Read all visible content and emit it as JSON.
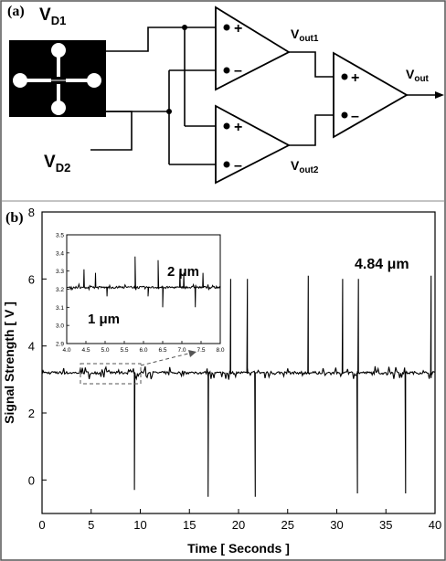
{
  "panel_a": {
    "label": "(a)",
    "inputs": [
      {
        "main": "V",
        "sub": "D1"
      },
      {
        "main": "V",
        "sub": "D2"
      }
    ],
    "op_amps": [
      {
        "id": "amp1",
        "plus": "+",
        "minus": "–",
        "output_main": "V",
        "output_sub": "out1"
      },
      {
        "id": "amp2",
        "plus": "+",
        "minus": "–",
        "output_main": "V",
        "output_sub": "out2"
      },
      {
        "id": "amp3",
        "plus": "+",
        "minus": "–",
        "output_main": "V",
        "output_sub": "out"
      }
    ]
  },
  "chart_data": {
    "type": "line",
    "panel_label": "(b)",
    "xlabel": "Time [ Seconds ]",
    "ylabel": "Signal Strength [ V ]",
    "xlim": [
      0,
      40
    ],
    "ylim": [
      -1,
      8
    ],
    "xticks": [
      "0",
      "5",
      "10",
      "15",
      "20",
      "25",
      "30",
      "35",
      "40"
    ],
    "yticks": [
      "0",
      "2",
      "4",
      "6",
      "8"
    ],
    "baseline": 3.2,
    "annotation": "4.84 μm",
    "peaks": [
      {
        "x": 9.4,
        "y": -0.3
      },
      {
        "x": 16.9,
        "y": -0.5
      },
      {
        "x": 19.2,
        "y": 6.0
      },
      {
        "x": 20.9,
        "y": 6.0
      },
      {
        "x": 21.7,
        "y": -0.5
      },
      {
        "x": 27.1,
        "y": 6.1
      },
      {
        "x": 30.6,
        "y": 6.0
      },
      {
        "x": 32.1,
        "y": -0.4
      },
      {
        "x": 32.2,
        "y": 6.0
      },
      {
        "x": 37.0,
        "y": -0.4
      },
      {
        "x": 39.6,
        "y": 6.1
      }
    ],
    "inset": {
      "xlim": [
        4.0,
        8.0
      ],
      "ylim": [
        2.9,
        3.5
      ],
      "xticks": [
        "4.0",
        "4.5",
        "5.0",
        "5.5",
        "6.0",
        "6.5",
        "7.0",
        "7.5",
        "8.0"
      ],
      "yticks": [
        "2.9",
        "3.0",
        "3.1",
        "3.2",
        "3.3",
        "3.4",
        "3.5"
      ],
      "baseline": 3.21,
      "labels": [
        "1 μm",
        "2 μm"
      ],
      "peaks": [
        {
          "x": 4.45,
          "y": 3.31
        },
        {
          "x": 4.75,
          "y": 3.29
        },
        {
          "x": 5.05,
          "y": 3.16
        },
        {
          "x": 5.78,
          "y": 3.38
        },
        {
          "x": 6.12,
          "y": 3.16
        },
        {
          "x": 6.38,
          "y": 3.36
        },
        {
          "x": 6.5,
          "y": 3.1
        },
        {
          "x": 6.95,
          "y": 3.31
        },
        {
          "x": 7.05,
          "y": 3.29
        },
        {
          "x": 7.35,
          "y": 3.1
        },
        {
          "x": 7.55,
          "y": 3.29
        }
      ]
    }
  }
}
